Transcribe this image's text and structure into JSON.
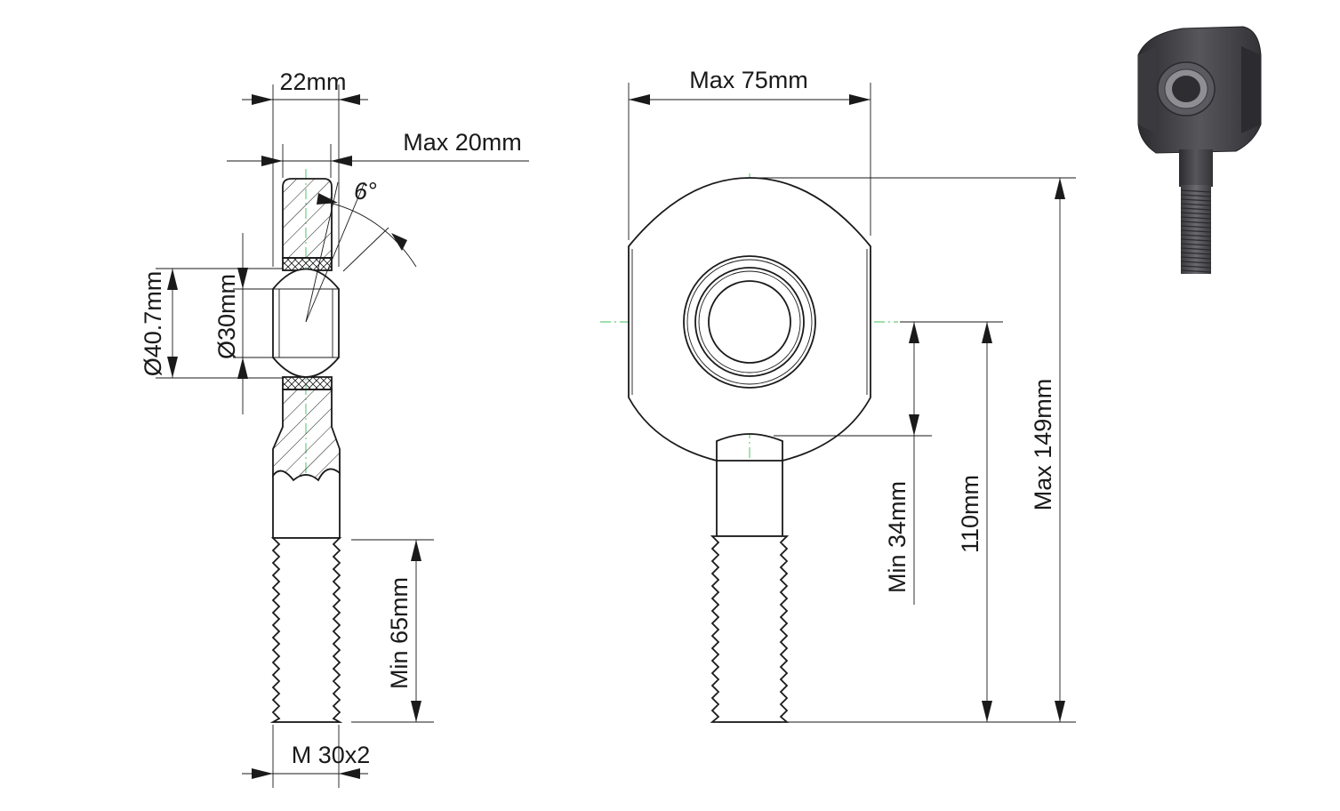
{
  "dimensions": {
    "width_22": "22mm",
    "max_20": "Max 20mm",
    "angle": "6°",
    "dia_40_7": "Ø40.7mm",
    "dia_30": "Ø30mm",
    "min_65": "Min 65mm",
    "thread": "M 30x2",
    "max_75": "Max 75mm",
    "min_34": "Min 34mm",
    "len_110": "110mm",
    "max_149": "Max 149mm"
  },
  "colors": {
    "line": "#1a1a1a",
    "body_fill": "#ffffff",
    "hatch": "#1a1a1a",
    "center_line": "#3bbf5a",
    "photo_body": "#4a4a4e",
    "photo_background": "#ffffff"
  },
  "icons": {
    "preview": "rod-end-3d-preview"
  }
}
